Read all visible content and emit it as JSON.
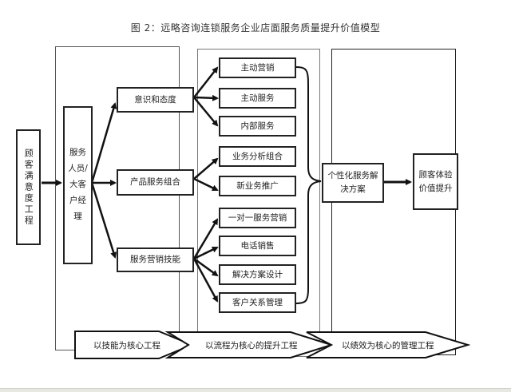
{
  "title": "图 2：远略咨询连锁服务企业店面服务质量提升价值模型",
  "start_box": "顾客满意度工程",
  "personnel_box": "服务人员/大客户经理",
  "level1": [
    {
      "label": "意识和态度"
    },
    {
      "label": "产品服务组合"
    },
    {
      "label": "服务营销技能"
    }
  ],
  "level2": [
    {
      "label": "主动营销",
      "parent": 0
    },
    {
      "label": "主动服务",
      "parent": 0
    },
    {
      "label": "内部服务",
      "parent": 0
    },
    {
      "label": "业务分析组合",
      "parent": 1
    },
    {
      "label": "新业务推广",
      "parent": 1
    },
    {
      "label": "一对一服务营销",
      "parent": 2
    },
    {
      "label": "电话销售",
      "parent": 2
    },
    {
      "label": "解决方案设计",
      "parent": 2
    },
    {
      "label": "客户关系管理",
      "parent": 2
    }
  ],
  "solution_box": "个性化服务解决方案",
  "result_box": "顾客体验价值提升",
  "chevrons": [
    {
      "label": "以技能为核心工程"
    },
    {
      "label": "以流程为核心的提升工程"
    },
    {
      "label": "以绩效为核心的管理工程"
    }
  ]
}
